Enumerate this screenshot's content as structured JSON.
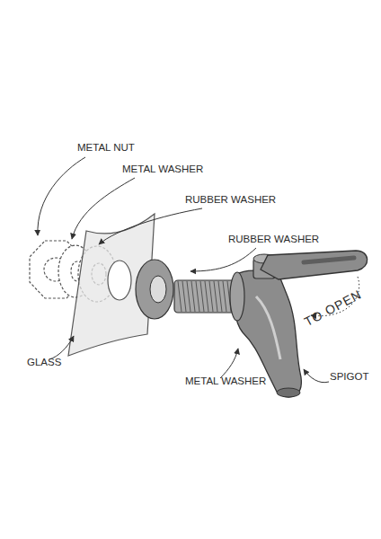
{
  "diagram": {
    "labels": [
      "METAL NUT",
      "METAL WASHER",
      "RUBBER WASHER",
      "RUBBER WASHER",
      "TO OPEN",
      "GLASS",
      "METAL WASHER",
      "SPIGOT"
    ]
  }
}
